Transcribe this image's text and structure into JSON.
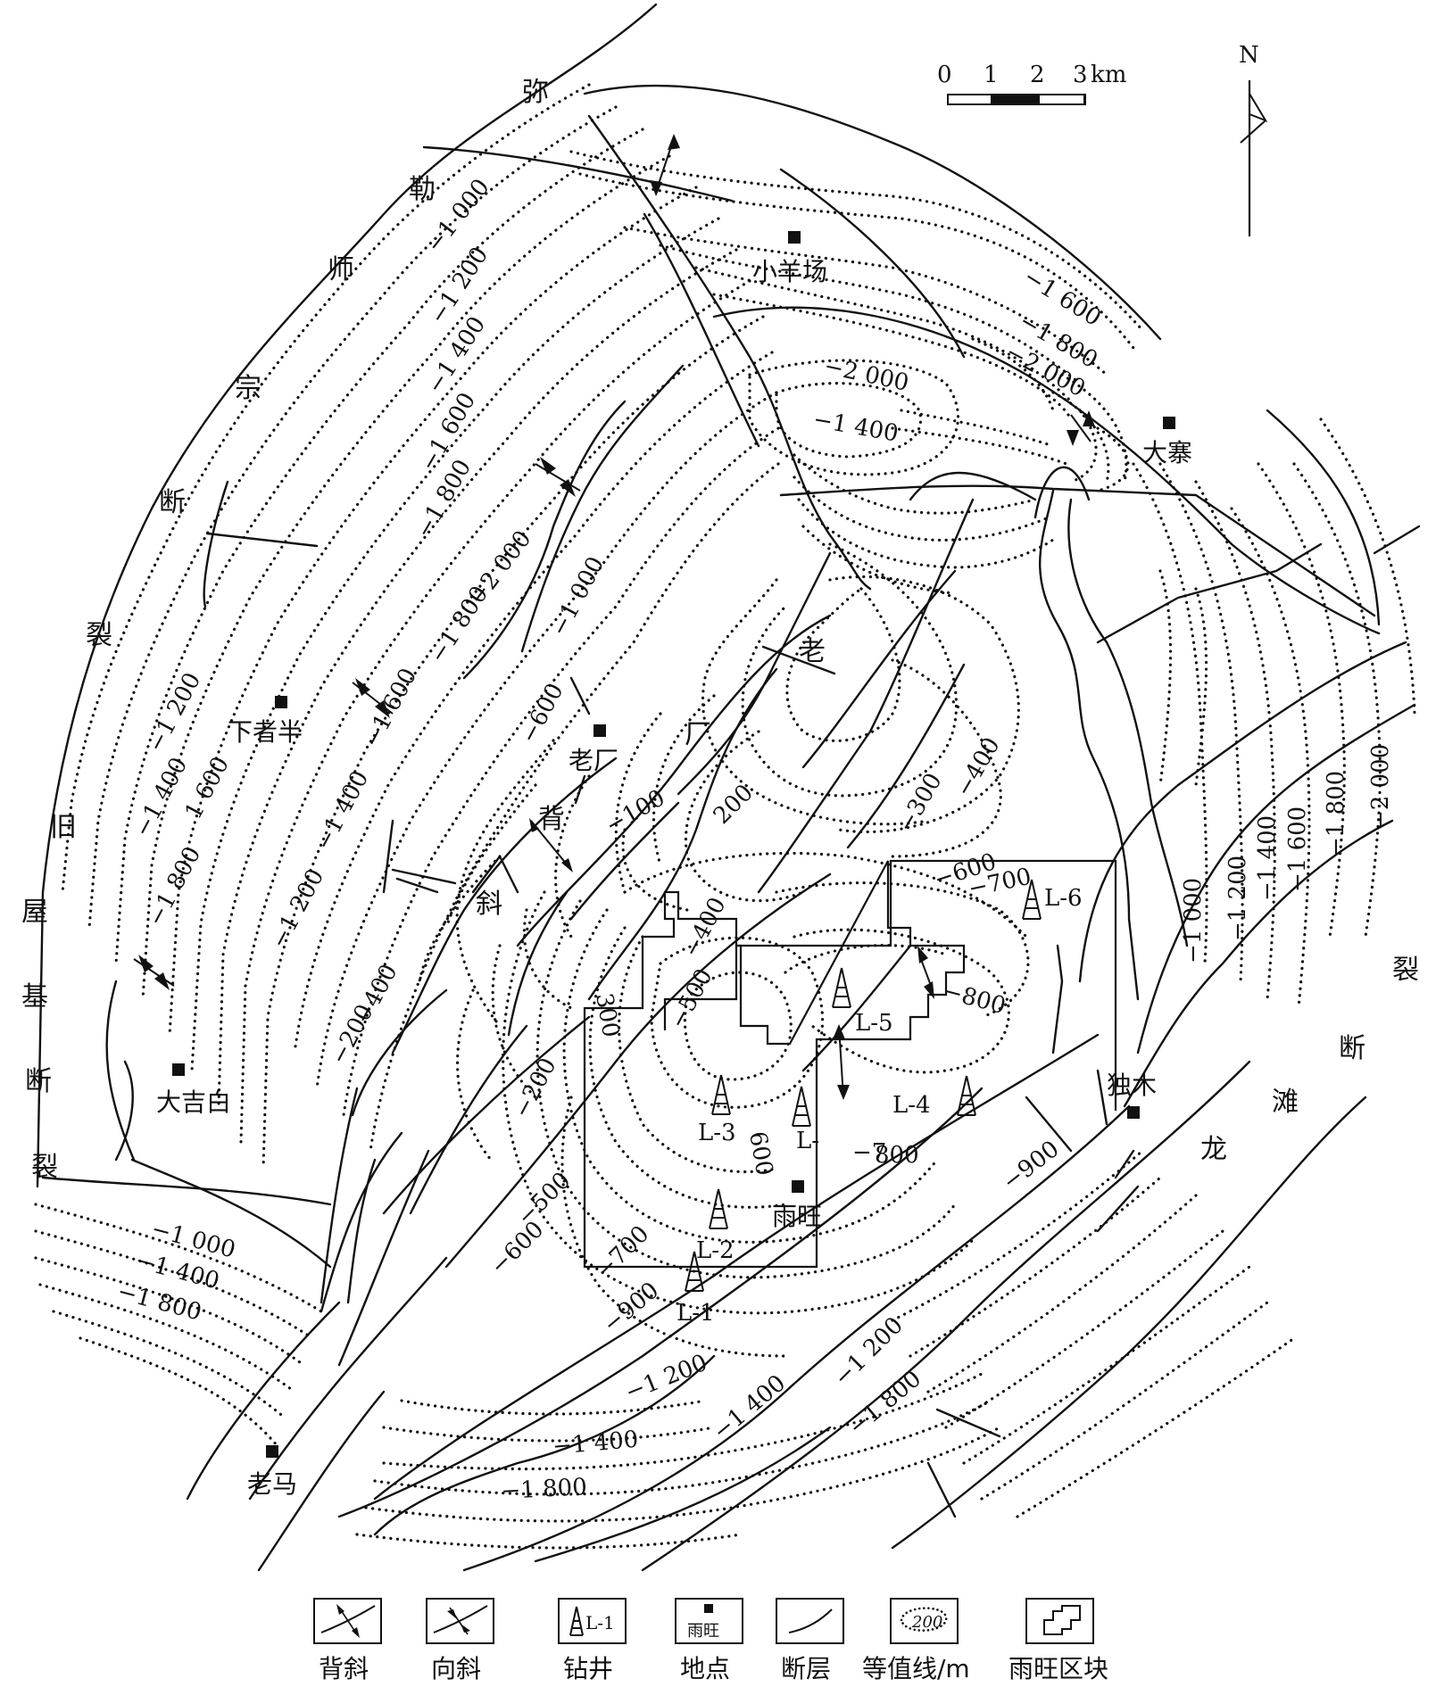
{
  "scale": {
    "ticks": [
      "0",
      "1",
      "2",
      "3"
    ],
    "unit": "km"
  },
  "north": "N",
  "fault_names": [
    "弥",
    "勒",
    "师",
    "宗",
    "断",
    "裂",
    "旧",
    "屋",
    "基",
    "断",
    "裂",
    "老",
    "厂",
    "背",
    "斜",
    "裂",
    "断",
    "滩",
    "龙"
  ],
  "places": {
    "xiaoyangchang": "小羊场",
    "dazhai": "大寨",
    "xiazheban": "下者半",
    "laochang": "老厂",
    "dajibai": "大吉白",
    "laoma": "老马",
    "yuwang": "雨旺",
    "dumu": "独木"
  },
  "wells": [
    "L-1",
    "L-2",
    "L-3",
    "L-",
    "L-4",
    "L-5",
    "L-6"
  ],
  "contour_labels": {
    "c1": "−1 000",
    "c2": "−1 200",
    "c3": "−1 400",
    "c4": "−1 600",
    "c5": "−1 800",
    "c6": "−2 000",
    "c7": "−1 600",
    "c8": "−1 800",
    "c9": "−2 000",
    "c10": "−2 000",
    "c11": "−1 400",
    "c12": "−1 000",
    "c13": "−1 800",
    "c14": "−1 600",
    "c15": "−1 400",
    "c16": "−1 200",
    "c17": "−600",
    "c18": "−1 200",
    "c19": "−1 400",
    "c20": "1 600",
    "c21": "−1 800",
    "c22": "−100",
    "c23": "200",
    "c24": "−300",
    "c25": "−400",
    "c26": "−600",
    "c27": "−700",
    "c28": "−800",
    "c29": "−400",
    "c30": "300",
    "c31": "−500",
    "c32": "−200",
    "c33": "−200",
    "c34": "−400",
    "c35": "−1 000",
    "c36": "−1 400",
    "c37": "−1 800",
    "c38": "600",
    "c39": "−7",
    "c40": "800",
    "c41": "−900",
    "c42": "−500",
    "c43": "−600",
    "c44": "−700",
    "c45": "−900",
    "c46": "−1 200",
    "c47": "−1 400",
    "c48": "−1 800",
    "c49": "−1 200",
    "c50": "−1 400",
    "c51": "−1 800",
    "c52": "−1 000",
    "c53": "−1 200",
    "c54": "−1 400",
    "c55": "−1 600",
    "c56": "−1 800",
    "c57": "−2 000"
  },
  "legend": {
    "anticline": "背斜",
    "syncline": "向斜",
    "well": "钻井",
    "well_sample": "L-1",
    "place": "地点",
    "place_sample": "雨旺",
    "fault": "断层",
    "contour": "等值线/m",
    "contour_sample": "200",
    "block": "雨旺区块"
  }
}
